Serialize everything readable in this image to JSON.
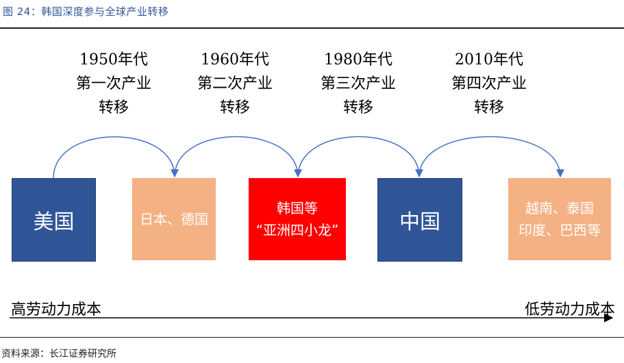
{
  "header": {
    "title": "图 24：韩国深度参与全球产业转移"
  },
  "periods": [
    {
      "year": "1950年代",
      "line2": "第一次产业",
      "line3": "转移"
    },
    {
      "year": "1960年代",
      "line2": "第二次产业",
      "line3": "转移"
    },
    {
      "year": "1980年代",
      "line2": "第三次产业",
      "line3": "转移"
    },
    {
      "year": "2010年代",
      "line2": "第四次产业",
      "line3": "转移"
    }
  ],
  "boxes": [
    {
      "line1": "美国",
      "color": "#2f5597"
    },
    {
      "line1": "日本、德国",
      "color": "#f4b183"
    },
    {
      "line1": "韩国等",
      "line2": "“亚洲四小龙”",
      "color": "#ff0000"
    },
    {
      "line1": "中国",
      "color": "#2f5597"
    },
    {
      "line1": "越南、泰国",
      "line2": "印度、巴西等",
      "color": "#f4b183"
    }
  ],
  "axis": {
    "left_label": "高劳动力成本",
    "right_label": "低劳动力成本"
  },
  "footer": {
    "source": "资料来源：长江证券研究所"
  }
}
